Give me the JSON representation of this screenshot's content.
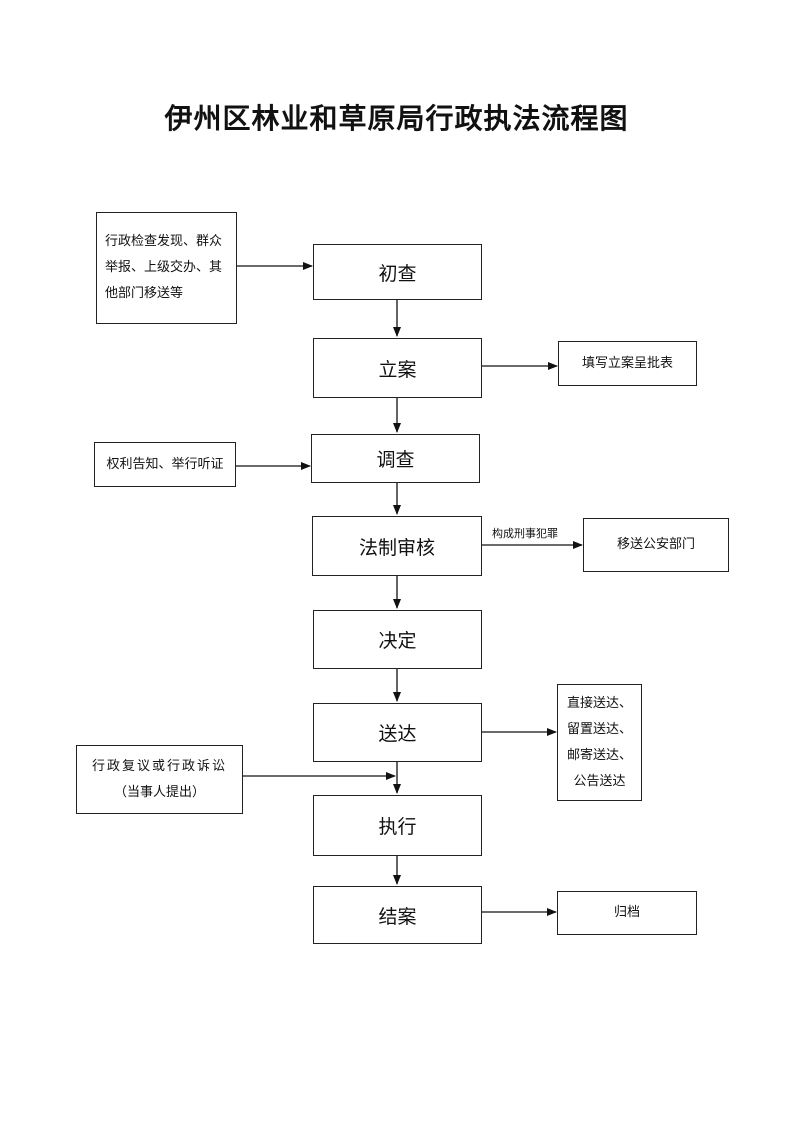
{
  "title": "伊州区林业和草原局行政执法流程图",
  "steps": {
    "initial_check": "初查",
    "file_case": "立案",
    "investigate": "调查",
    "legal_review": "法制审核",
    "decision": "决定",
    "delivery": "送达",
    "execute": "执行",
    "close_case": "结案"
  },
  "inputs": {
    "sources": [
      "行政检查发现、群众",
      "举报、上级交办、其",
      "他部门移送等"
    ],
    "rights_notice": "权利告知、举行听证",
    "review_litigation": [
      "行政复议或行政诉讼",
      "（当事人提出）"
    ]
  },
  "outputs": {
    "approval_form": "填写立案呈批表",
    "transfer_police": "移送公安部门",
    "transfer_label": "构成刑事犯罪",
    "delivery_methods": [
      "直接送达、",
      "留置送达、",
      "邮寄送达、",
      "公告送达"
    ],
    "archive": "归档"
  }
}
